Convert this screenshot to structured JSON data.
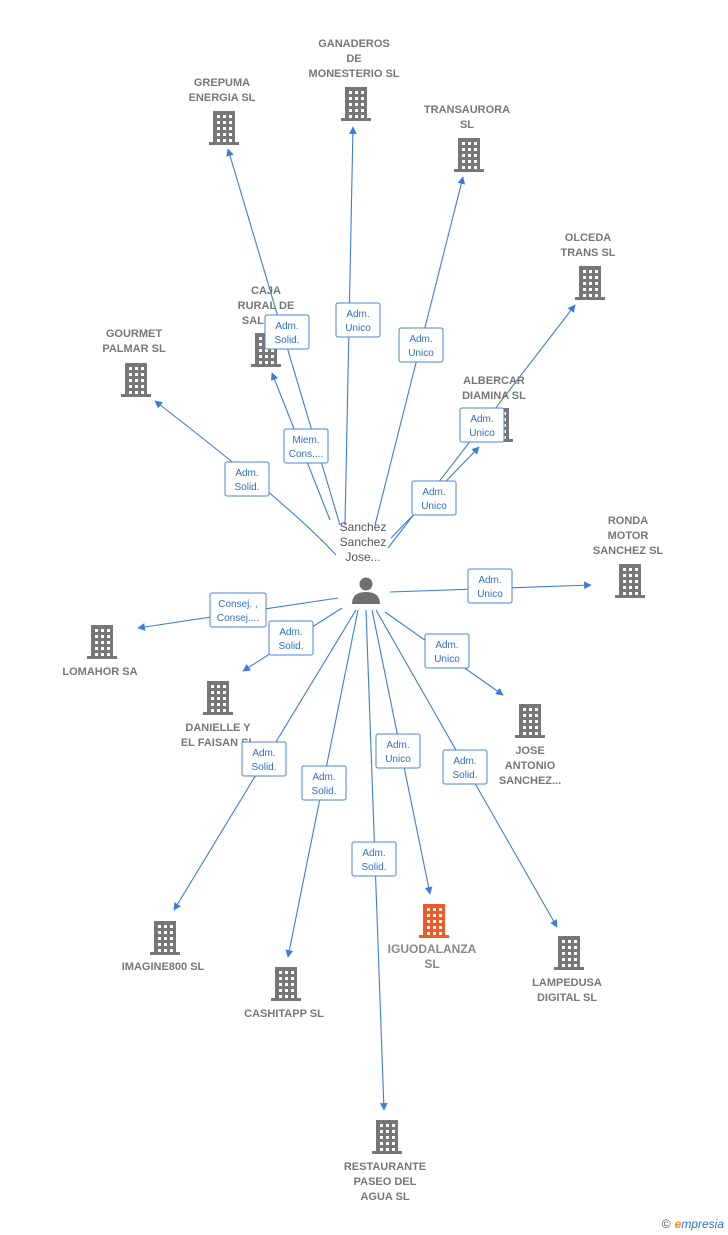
{
  "center": {
    "label": [
      "Sanchez",
      "Sanchez",
      "Jose..."
    ]
  },
  "colors": {
    "edge": "#3b7ddd",
    "building": "#777777",
    "highlight": "#f05a28"
  },
  "companies": [
    {
      "id": "ganaderos",
      "lines": [
        "GANADEROS",
        "DE",
        "MONESTERIO SL"
      ]
    },
    {
      "id": "grepuma",
      "lines": [
        "GREPUMA",
        "ENERGIA  SL"
      ]
    },
    {
      "id": "transaurora",
      "lines": [
        "TRANSAURORA",
        "SL"
      ]
    },
    {
      "id": "olceda",
      "lines": [
        "OLCEDA",
        "TRANS SL"
      ]
    },
    {
      "id": "caja",
      "lines": [
        "CAJA",
        "RURAL DE",
        "SALAM..."
      ]
    },
    {
      "id": "gourmet",
      "lines": [
        "GOURMET",
        "PALMAR  SL"
      ]
    },
    {
      "id": "albercar",
      "lines": [
        "ALBERCAR",
        "DIAMINA  SL"
      ]
    },
    {
      "id": "ronda",
      "lines": [
        "RONDA",
        "MOTOR",
        "SANCHEZ  SL"
      ]
    },
    {
      "id": "lomahor",
      "lines": [
        "LOMAHOR SA"
      ]
    },
    {
      "id": "danielle",
      "lines": [
        "DANIELLE Y",
        "EL FAISAN  SL"
      ]
    },
    {
      "id": "jose",
      "lines": [
        "JOSE",
        "ANTONIO",
        "SANCHEZ..."
      ]
    },
    {
      "id": "imagine",
      "lines": [
        "IMAGINE800 SL"
      ]
    },
    {
      "id": "cashitapp",
      "lines": [
        "CASHITAPP SL"
      ]
    },
    {
      "id": "iguodalanza",
      "lines": [
        "IGUODALANZA",
        "SL"
      ],
      "highlight": true
    },
    {
      "id": "lampedusa",
      "lines": [
        "LAMPEDUSA",
        "DIGITAL SL"
      ]
    },
    {
      "id": "restaurante",
      "lines": [
        "RESTAURANTE",
        "PASEO DEL",
        "AGUA SL"
      ]
    }
  ],
  "edges": [
    {
      "to": "ganaderos",
      "label": [
        "Adm.",
        "Unico"
      ]
    },
    {
      "to": "grepuma",
      "label": [
        "Adm.",
        "Solid."
      ]
    },
    {
      "to": "transaurora",
      "label": [
        "Adm.",
        "Unico"
      ]
    },
    {
      "to": "olceda",
      "label": [
        "Adm.",
        "Unico"
      ]
    },
    {
      "to": "caja",
      "label": [
        "Miem.",
        "Cons...."
      ]
    },
    {
      "to": "gourmet",
      "label": [
        "Adm.",
        "Solid."
      ]
    },
    {
      "to": "albercar",
      "label": [
        "Adm.",
        "Unico"
      ]
    },
    {
      "to": "ronda",
      "label": [
        "Adm.",
        "Unico"
      ]
    },
    {
      "to": "lomahor",
      "label": [
        "Consej. ,",
        "Consej...."
      ]
    },
    {
      "to": "danielle",
      "label": [
        "Adm.",
        "Solid."
      ]
    },
    {
      "to": "jose",
      "label": [
        "Adm.",
        "Unico"
      ]
    },
    {
      "to": "imagine",
      "label": [
        "Adm.",
        "Solid."
      ]
    },
    {
      "to": "cashitapp",
      "label": [
        "Adm.",
        "Solid."
      ]
    },
    {
      "to": "iguodalanza",
      "label": [
        "Adm.",
        "Unico"
      ]
    },
    {
      "to": "lampedusa",
      "label": [
        "Adm.",
        "Solid."
      ]
    },
    {
      "to": "restaurante",
      "label": [
        "Adm.",
        "Solid."
      ]
    }
  ],
  "footer": {
    "copyright": "©",
    "brand_e": "e",
    "brand_rest": "mpresia"
  }
}
